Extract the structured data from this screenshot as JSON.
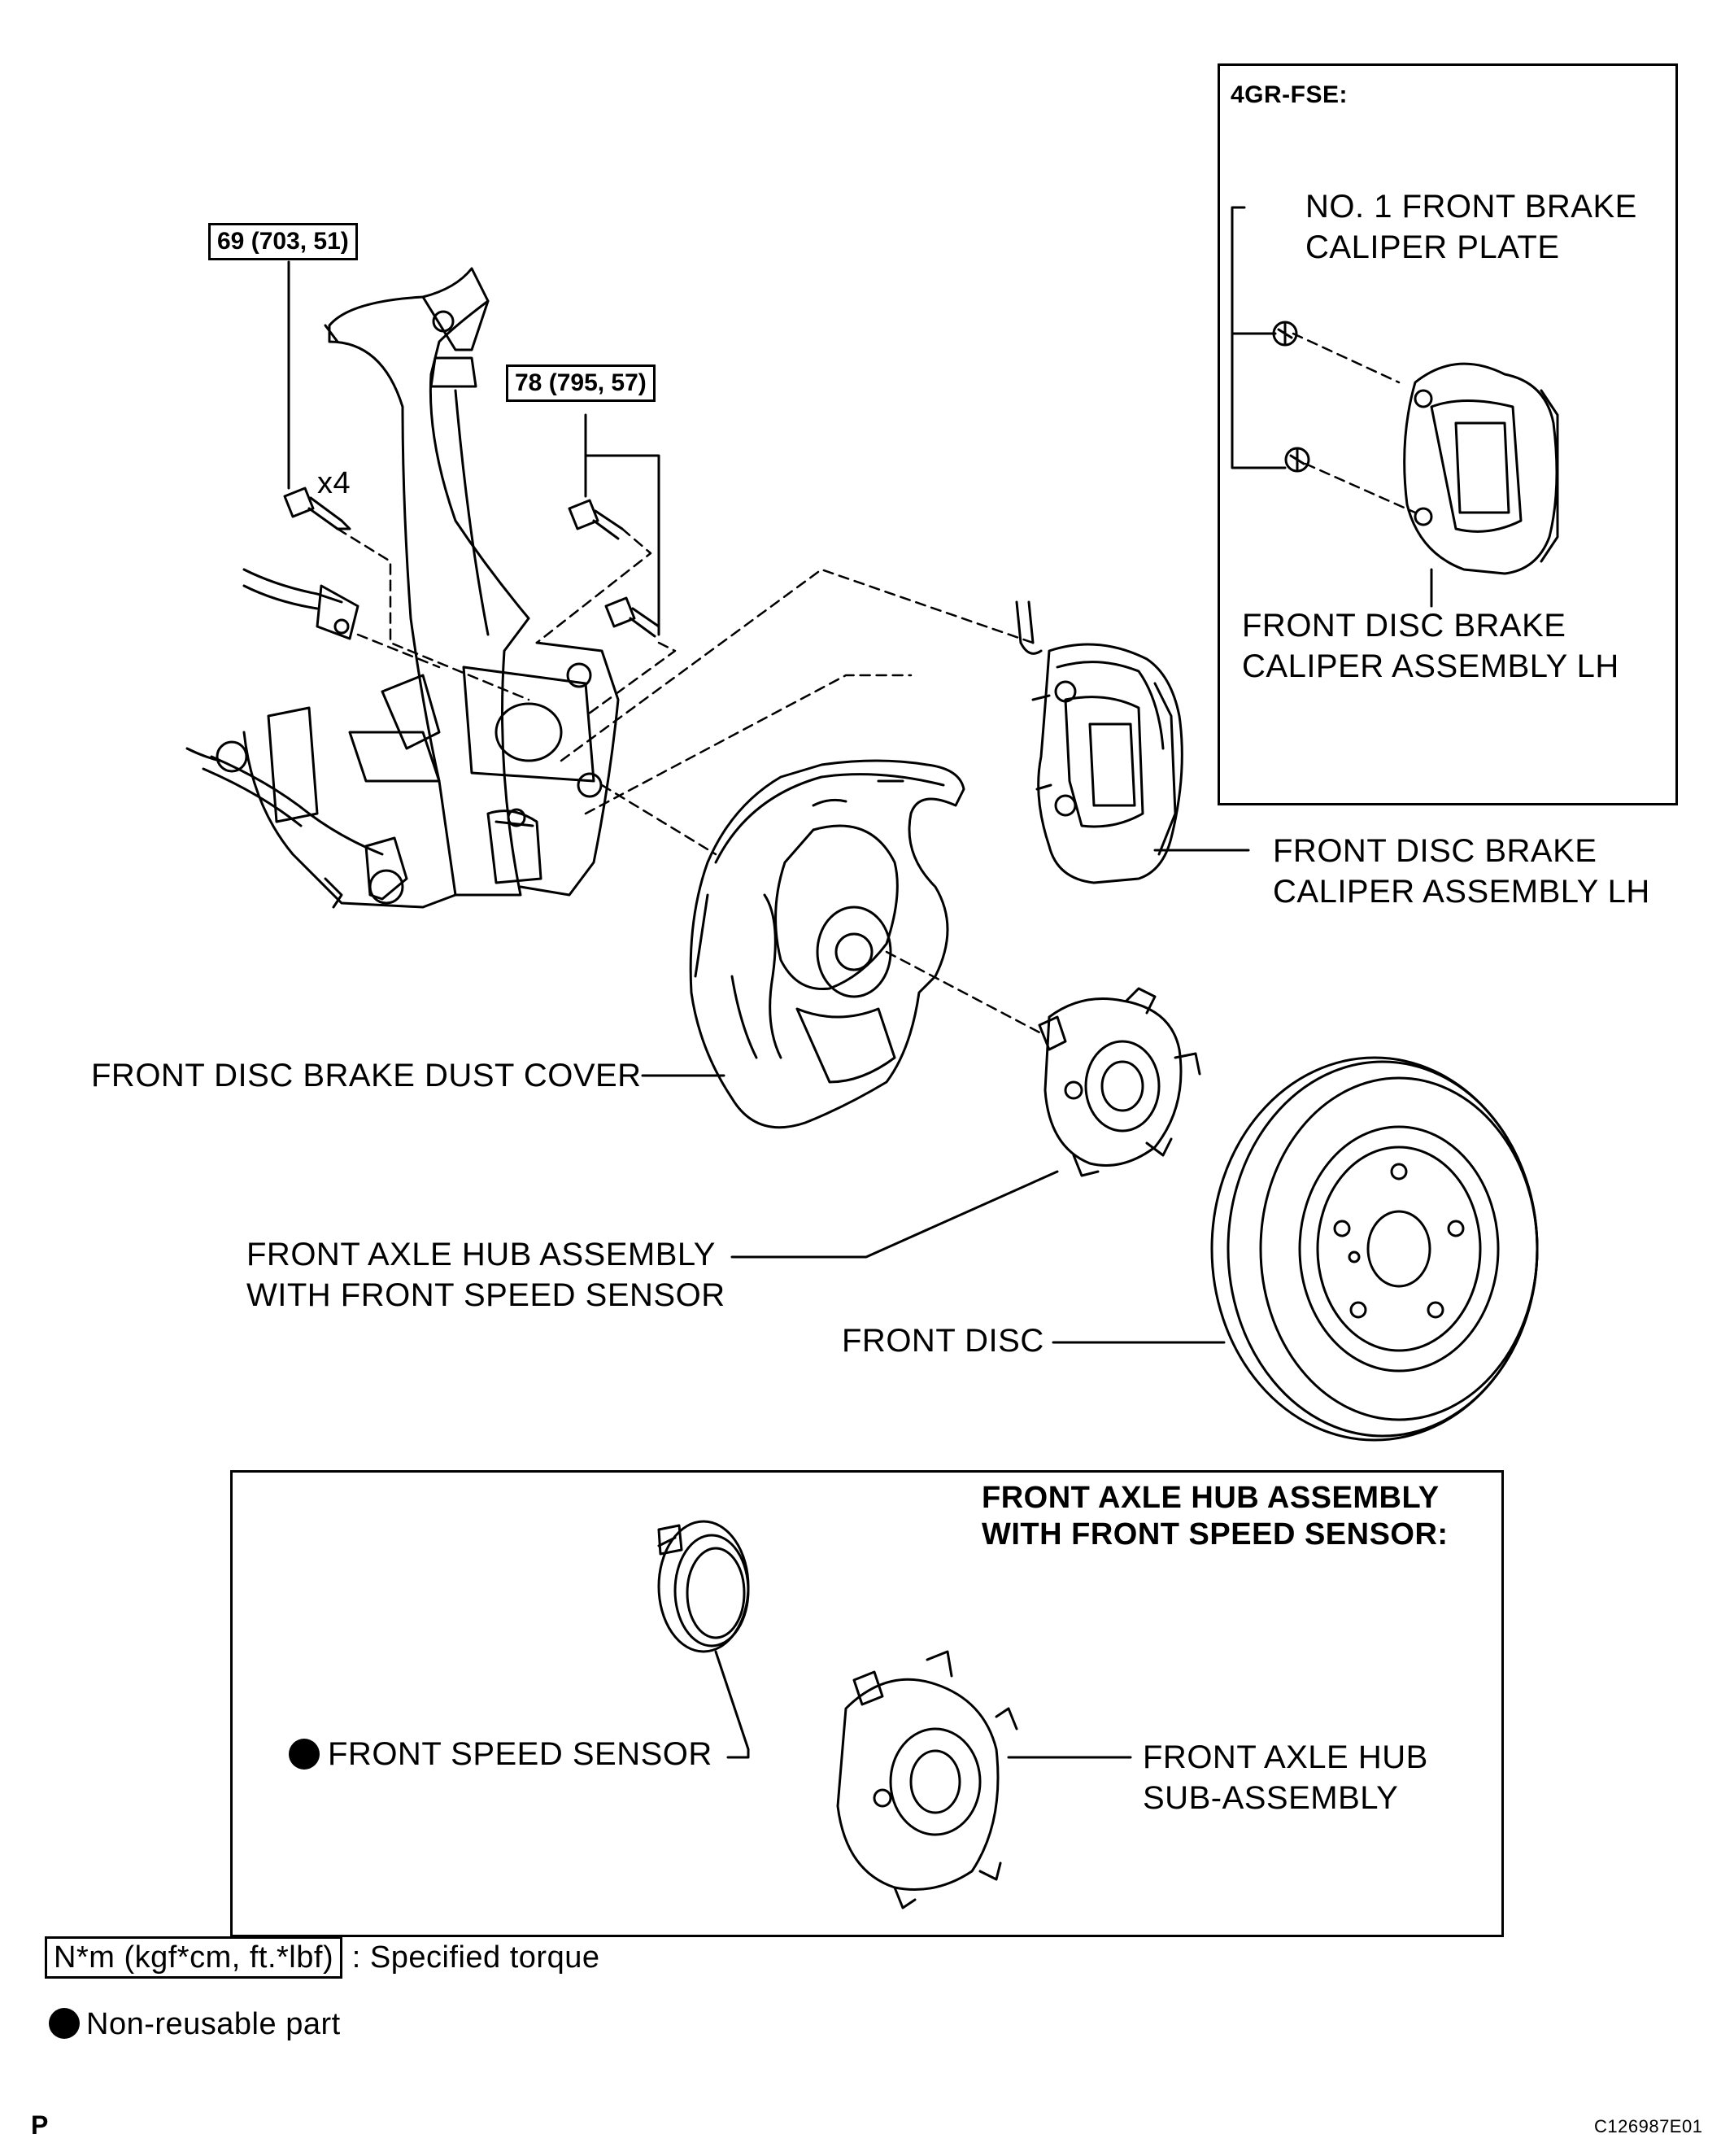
{
  "inset_top": {
    "title": "4GR-FSE:",
    "plate_label_1": "NO. 1 FRONT BRAKE",
    "plate_label_2": "CALIPER PLATE",
    "caliper_label_1": "FRONT DISC BRAKE",
    "caliper_label_2": "CALIPER ASSEMBLY LH"
  },
  "torques": {
    "upper_bolts": "69 (703, 51)",
    "caliper_bolts": "78 (795, 57)",
    "qty": "x4"
  },
  "labels": {
    "caliper_1": "FRONT DISC BRAKE",
    "caliper_2": "CALIPER ASSEMBLY LH",
    "dust_cover": "FRONT DISC BRAKE DUST COVER",
    "hub_1": "FRONT AXLE HUB ASSEMBLY",
    "hub_2": "WITH FRONT SPEED SENSOR",
    "disc": "FRONT DISC"
  },
  "inset_bottom": {
    "title_1": "FRONT AXLE HUB ASSEMBLY",
    "title_2": "WITH FRONT SPEED SENSOR:",
    "sensor": "FRONT SPEED SENSOR",
    "hub_sub_1": "FRONT AXLE HUB",
    "hub_sub_2": "SUB-ASSEMBLY"
  },
  "legend": {
    "torque_unit": "N*m (kgf*cm, ft.*lbf)",
    "torque_text": ": Specified torque",
    "nonreusable_text": "Non-reusable part"
  },
  "footer": {
    "section": "P",
    "code": "C126987E01"
  }
}
